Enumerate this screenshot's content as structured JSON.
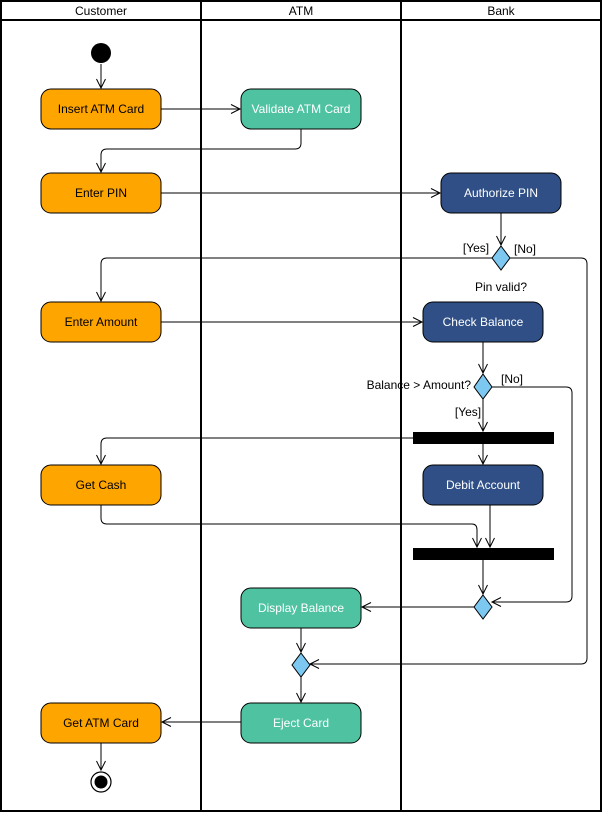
{
  "lanes": [
    "Customer",
    "ATM",
    "Bank"
  ],
  "nodes": {
    "insert_card": "Insert ATM Card",
    "validate_card": "Validate ATM Card",
    "enter_pin": "Enter PIN",
    "authorize_pin": "Authorize PIN",
    "enter_amount": "Enter Amount",
    "check_balance": "Check Balance",
    "get_cash": "Get Cash",
    "debit_account": "Debit Account",
    "display_balance": "Display Balance",
    "eject_card": "Eject Card",
    "get_atm_card": "Get ATM Card"
  },
  "guards": {
    "pin_yes": "[Yes]",
    "pin_no": "[No]",
    "pin_question": "Pin valid?",
    "balance_question": "Balance > Amount?",
    "balance_no": "[No]",
    "balance_yes": "[Yes]"
  },
  "colors": {
    "customer": "#FFA500",
    "atm": "#4FC3A1",
    "bank": "#2F4F86",
    "decision": "#7CC8F0",
    "bar": "#000000",
    "line": "#000000"
  }
}
